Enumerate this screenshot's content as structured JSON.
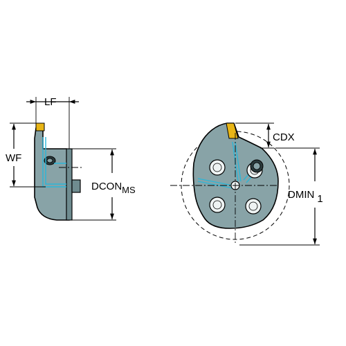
{
  "colors": {
    "body": "#88a3a7",
    "body_dark": "#6f8c90",
    "coolant": "#2bb6d8",
    "insert": "#e8b516"
  },
  "labels": {
    "lf": "LF",
    "wf": "WF",
    "dcon": "DCON",
    "dcon_sub": "MS",
    "cdx": "CDX",
    "dmin": "DMIN",
    "dmin_sub": "1"
  }
}
